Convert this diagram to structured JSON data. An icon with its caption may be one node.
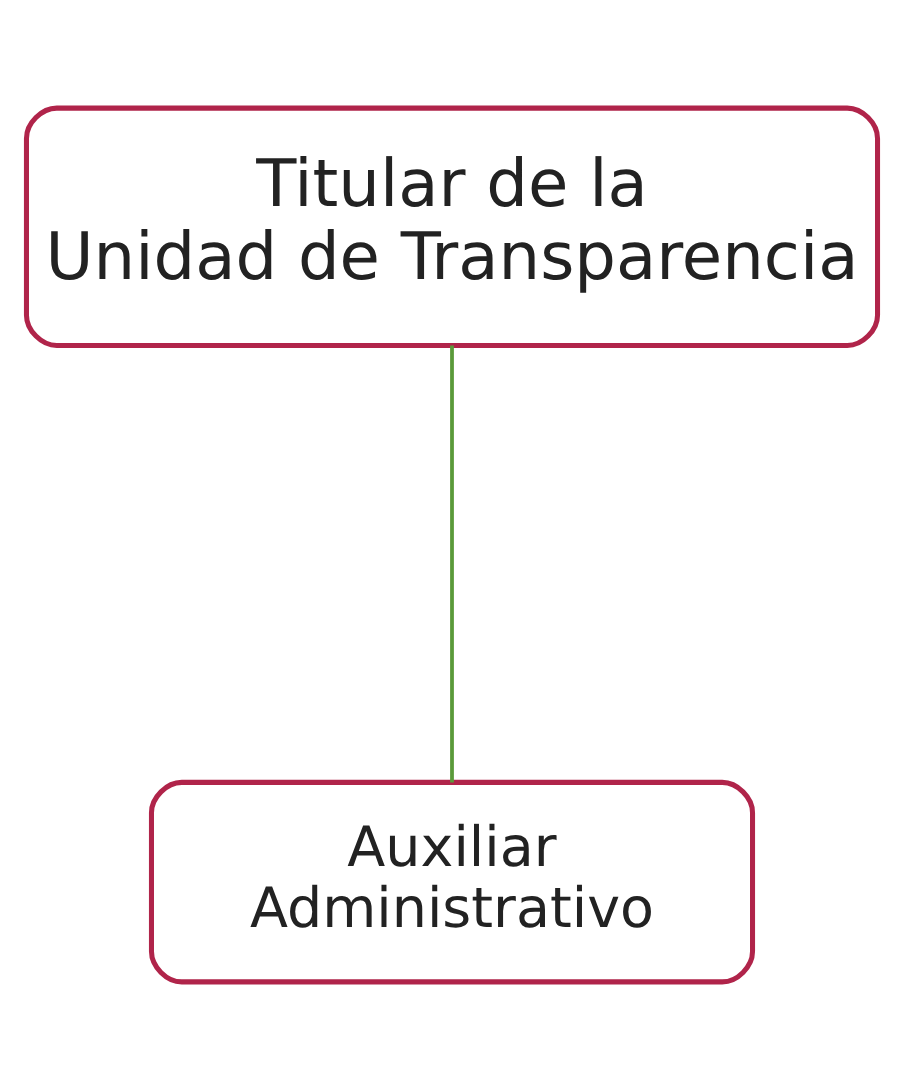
{
  "diagram": {
    "nodes": [
      {
        "text": [
          "Titular de la Unidad de Transparencia"
        ]
      },
      {
        "text": [
          "Auxiliar Administrativo"
        ]
      }
    ],
    "edges": [
      {
        "from": 0,
        "to": 1,
        "arrow": "none",
        "color": "#5a9a3a"
      }
    ]
  }
}
